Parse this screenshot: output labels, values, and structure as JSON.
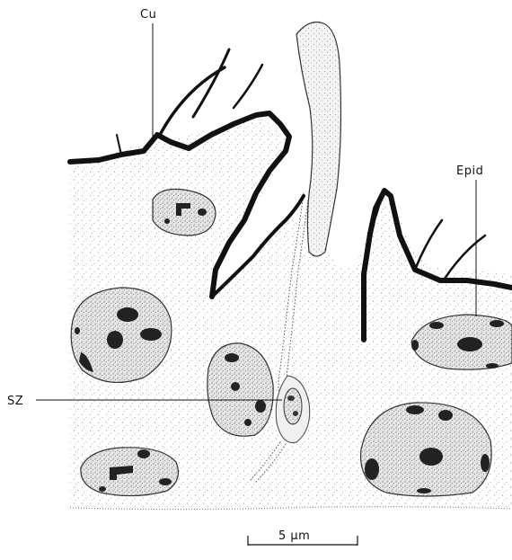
{
  "figure": {
    "labels": {
      "cuticle": "Cu",
      "epidermis": "Epid",
      "sensory_cell": "SZ"
    },
    "scale_bar": {
      "text": "5 µm"
    },
    "colors": {
      "ink": "#111111",
      "tissue_stipple": "#8a8a8a",
      "nucleus_fill": "#cfcfcf",
      "chromatin": "#222222",
      "background": "#ffffff"
    }
  }
}
